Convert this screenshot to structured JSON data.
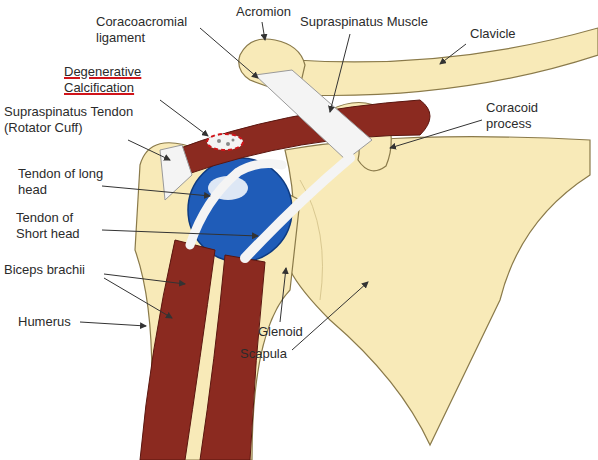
{
  "diagram": {
    "labels": [
      "Acromion",
      "Coracoacromial ligament",
      "Supraspinatus Muscle",
      "Clavicle",
      "Coracoid process",
      "Degenerative Calcification",
      "Supraspinatus Tendon (Rotator Cuff)",
      "Tendon of long head",
      "Tendon of Short head",
      "Biceps brachii",
      "Humerus",
      "Glenoid",
      "Scapula"
    ]
  }
}
